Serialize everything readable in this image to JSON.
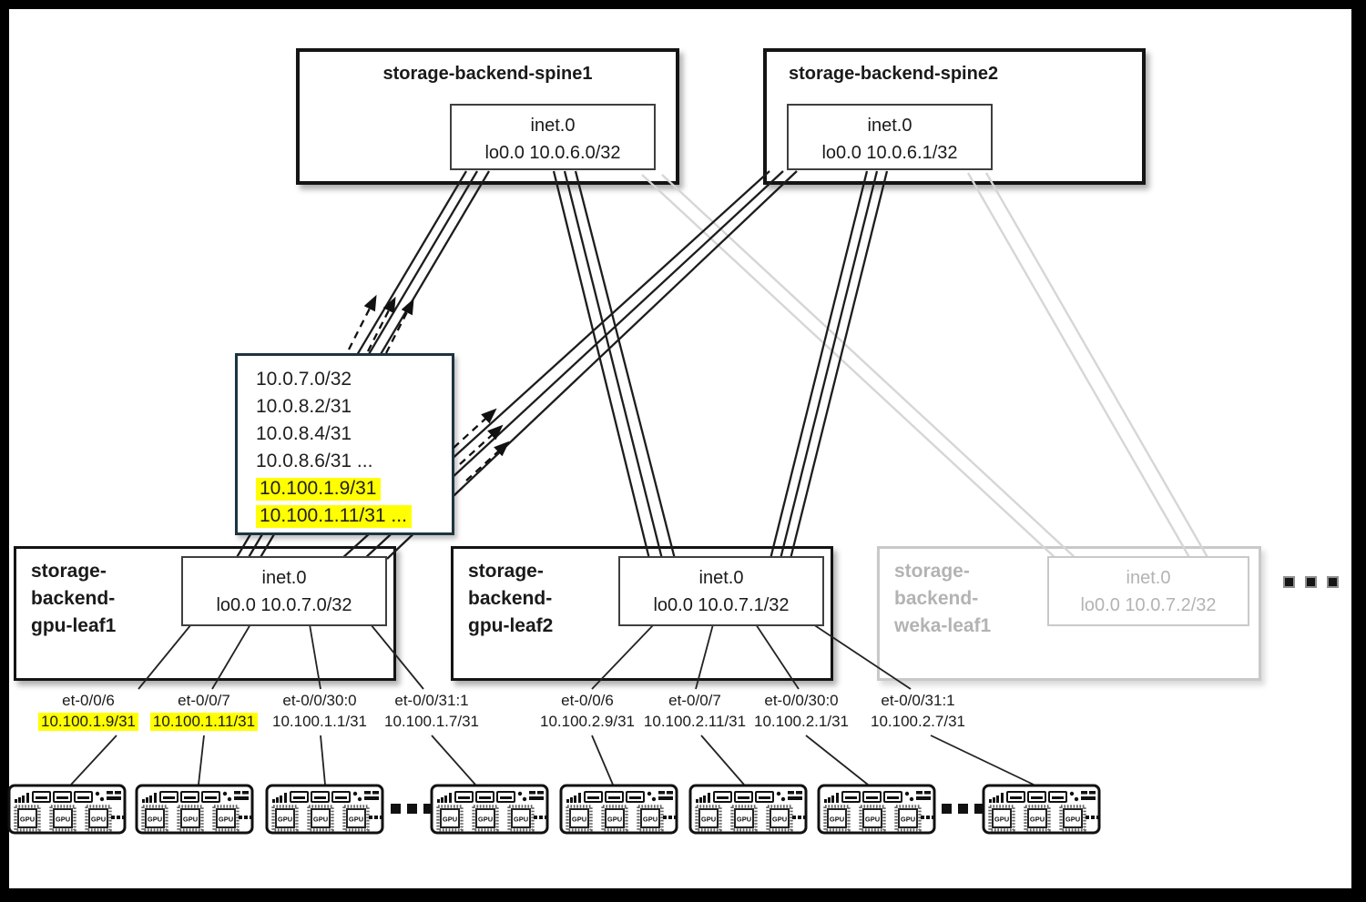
{
  "spines": [
    {
      "name": "storage-backend-spine1",
      "table": "inet.0",
      "loopback": "lo0.0 10.0.6.0/32"
    },
    {
      "name": "storage-backend-spine2",
      "table": "inet.0",
      "loopback": "lo0.0 10.0.6.1/32"
    }
  ],
  "advertised_routes": {
    "plain": [
      "10.0.7.0/32",
      "10.0.8.2/31",
      "10.0.8.4/31",
      "10.0.8.6/31 ..."
    ],
    "highlighted": [
      "10.100.1.9/31",
      "10.100.1.11/31 ..."
    ]
  },
  "leaves": [
    {
      "name_lines": [
        "storage-",
        "backend-",
        "gpu-leaf1"
      ],
      "table": "inet.0",
      "loopback": "lo0.0 10.0.7.0/32"
    },
    {
      "name_lines": [
        "storage-",
        "backend-",
        "gpu-leaf2"
      ],
      "table": "inet.0",
      "loopback": "lo0.0 10.0.7.1/32"
    },
    {
      "name_lines": [
        "storage-",
        "backend-",
        "weka-leaf1"
      ],
      "table": "inet.0",
      "loopback": "lo0.0 10.0.7.2/32"
    }
  ],
  "interfaces": {
    "leaf1": [
      {
        "port": "et-0/0/6",
        "ip": "10.100.1.9/31"
      },
      {
        "port": "et-0/0/7",
        "ip": "10.100.1.11/31"
      },
      {
        "port": "et-0/0/30:0",
        "ip": "10.100.1.1/31"
      },
      {
        "port": "et-0/0/31:1",
        "ip": "10.100.1.7/31"
      }
    ],
    "leaf2": [
      {
        "port": "et-0/0/6",
        "ip": "10.100.2.9/31"
      },
      {
        "port": "et-0/0/7",
        "ip": "10.100.2.11/31"
      },
      {
        "port": "et-0/0/30:0",
        "ip": "10.100.2.1/31"
      },
      {
        "port": "et-0/0/31:1",
        "ip": "10.100.2.7/31"
      }
    ]
  },
  "servers": {
    "gpu_chip_label": "GPU"
  },
  "colors": {
    "highlight": "#ffff00",
    "grayed_text": "#b3b3b3",
    "grayed_border": "#c9c9c9",
    "gray_link": "#d6d6d6",
    "link": "#1d1d1d",
    "route_box_border": "#1c3440"
  }
}
